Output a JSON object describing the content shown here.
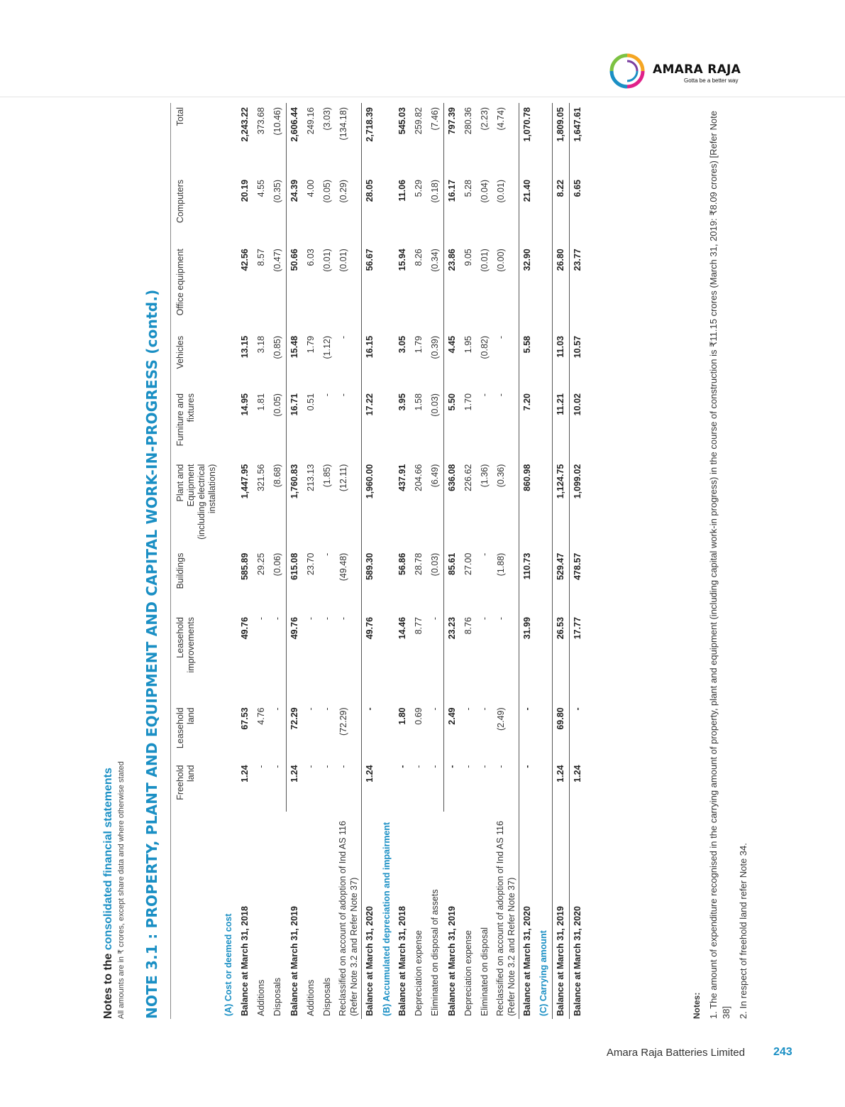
{
  "brand": {
    "name": "AMARA RAJA",
    "tagline": "Gotta be a better way"
  },
  "section": {
    "title_prefix": "Notes to the ",
    "title_highlight": "consolidated financial statements",
    "subtitle": "All amounts are in ₹ crores, except share data and where otherwise stated"
  },
  "note_title": "NOTE 3.1 : PROPERTY, PLANT AND EQUIPMENT AND CAPITAL WORK-IN-PROGRESS (contd.)",
  "table": {
    "columns": [
      "Freehold land",
      "Leasehold land",
      "Leasehold improvements",
      "Buildings",
      "Plant and Equipment (including electrical installations)",
      "Furniture and fixtures",
      "Vehicles",
      "Office equipment",
      "Computers",
      "Total"
    ],
    "rows": [
      {
        "label": "(A) Cost or deemed cost",
        "values": [
          "",
          "",
          "",
          "",
          "",
          "",
          "",
          "",
          "",
          ""
        ]
      },
      {
        "label": "Balance at March 31, 2018",
        "values": [
          "1.24",
          "67.53",
          "49.76",
          "585.89",
          "1,447.95",
          "14.95",
          "13.15",
          "42.56",
          "20.19",
          "2,243.22"
        ]
      },
      {
        "label": "Additions",
        "values": [
          "-",
          "4.76",
          "-",
          "29.25",
          "321.56",
          "1.81",
          "3.18",
          "8.57",
          "4.55",
          "373.68"
        ]
      },
      {
        "label": "Disposals",
        "values": [
          "-",
          "-",
          "-",
          "(0.06)",
          "(8.68)",
          "(0.05)",
          "(0.85)",
          "(0.47)",
          "(0.35)",
          "(10.46)"
        ]
      },
      {
        "label": "Balance at March 31, 2019",
        "values": [
          "1.24",
          "72.29",
          "49.76",
          "615.08",
          "1,760.83",
          "16.71",
          "15.48",
          "50.66",
          "24.39",
          "2,606.44"
        ]
      },
      {
        "label": "Additions",
        "values": [
          "-",
          "-",
          "-",
          "23.70",
          "213.13",
          "0.51",
          "1.79",
          "6.03",
          "4.00",
          "249.16"
        ]
      },
      {
        "label": "Disposals",
        "values": [
          "-",
          "-",
          "-",
          "-",
          "(1.85)",
          "-",
          "(1.12)",
          "(0.01)",
          "(0.05)",
          "(3.03)"
        ]
      },
      {
        "label": "Reclassified on account of adoption of Ind AS 116 (Refer Note 3.2 and Refer Note 37)",
        "values": [
          "-",
          "(72.29)",
          "-",
          "(49.48)",
          "(12.11)",
          "-",
          "-",
          "(0.01)",
          "(0.29)",
          "(134.18)"
        ]
      },
      {
        "label": "Balance at March 31, 2020",
        "values": [
          "1.24",
          "-",
          "49.76",
          "589.30",
          "1,960.00",
          "17.22",
          "16.15",
          "56.67",
          "28.05",
          "2,718.39"
        ]
      },
      {
        "label": "(B) Accumulated depreciation and impairment",
        "values": [
          "",
          "",
          "",
          "",
          "",
          "",
          "",
          "",
          "",
          ""
        ]
      },
      {
        "label": "Balance at March 31, 2018",
        "values": [
          "-",
          "1.80",
          "14.46",
          "56.86",
          "437.91",
          "3.95",
          "3.05",
          "15.94",
          "11.06",
          "545.03"
        ]
      },
      {
        "label": "Depreciation expense",
        "values": [
          "-",
          "0.69",
          "8.77",
          "28.78",
          "204.66",
          "1.58",
          "1.79",
          "8.26",
          "5.29",
          "259.82"
        ]
      },
      {
        "label": "Eliminated on disposal of assets",
        "values": [
          "-",
          "-",
          "-",
          "(0.03)",
          "(6.49)",
          "(0.03)",
          "(0.39)",
          "(0.34)",
          "(0.18)",
          "(7.46)"
        ]
      },
      {
        "label": "Balance at March 31, 2019",
        "values": [
          "-",
          "2.49",
          "23.23",
          "85.61",
          "636.08",
          "5.50",
          "4.45",
          "23.86",
          "16.17",
          "797.39"
        ]
      },
      {
        "label": "Depreciation expense",
        "values": [
          "-",
          "-",
          "8.76",
          "27.00",
          "226.62",
          "1.70",
          "1.95",
          "9.05",
          "5.28",
          "280.36"
        ]
      },
      {
        "label": "Eliminated on disposal",
        "values": [
          "-",
          "-",
          "-",
          "-",
          "(1.36)",
          "-",
          "(0.82)",
          "(0.01)",
          "(0.04)",
          "(2.23)"
        ]
      },
      {
        "label": "Reclassified on account of adoption of Ind AS 116 (Refer Note 3.2 and Refer Note 37)",
        "values": [
          "-",
          "(2.49)",
          "-",
          "(1.88)",
          "(0.36)",
          "-",
          "-",
          "(0.00)",
          "(0.01)",
          "(4.74)"
        ]
      },
      {
        "label": "Balance at March 31, 2020",
        "values": [
          "-",
          "-",
          "31.99",
          "110.73",
          "860.98",
          "7.20",
          "5.58",
          "32.90",
          "21.40",
          "1,070.78"
        ]
      },
      {
        "label": "(C) Carrying amount",
        "values": [
          "",
          "",
          "",
          "",
          "",
          "",
          "",
          "",
          "",
          ""
        ]
      },
      {
        "label": "Balance at March 31, 2019",
        "values": [
          "1.24",
          "69.80",
          "26.53",
          "529.47",
          "1,124.75",
          "11.21",
          "11.03",
          "26.80",
          "8.22",
          "1,809.05"
        ]
      },
      {
        "label": "Balance at March 31, 2020",
        "values": [
          "1.24",
          "-",
          "17.77",
          "478.57",
          "1,099.02",
          "10.02",
          "10.57",
          "23.77",
          "6.65",
          "1,647.61"
        ]
      }
    ]
  },
  "notes": {
    "heading": "Notes:",
    "items": [
      "1. The amount of expenditure recognised in the carrying amount of property, plant and equipment (including capital work-in progress) in the course of construction is ₹11.15 crores (March 31, 2019: ₹8.09 crores) [Refer Note 38]",
      "2. In respect of freehold land refer Note 34."
    ]
  },
  "footer": {
    "company": "Amara Raja Batteries Limited",
    "page": "243"
  },
  "colors": {
    "accent": "#1a8fc4",
    "text": "#222222"
  }
}
